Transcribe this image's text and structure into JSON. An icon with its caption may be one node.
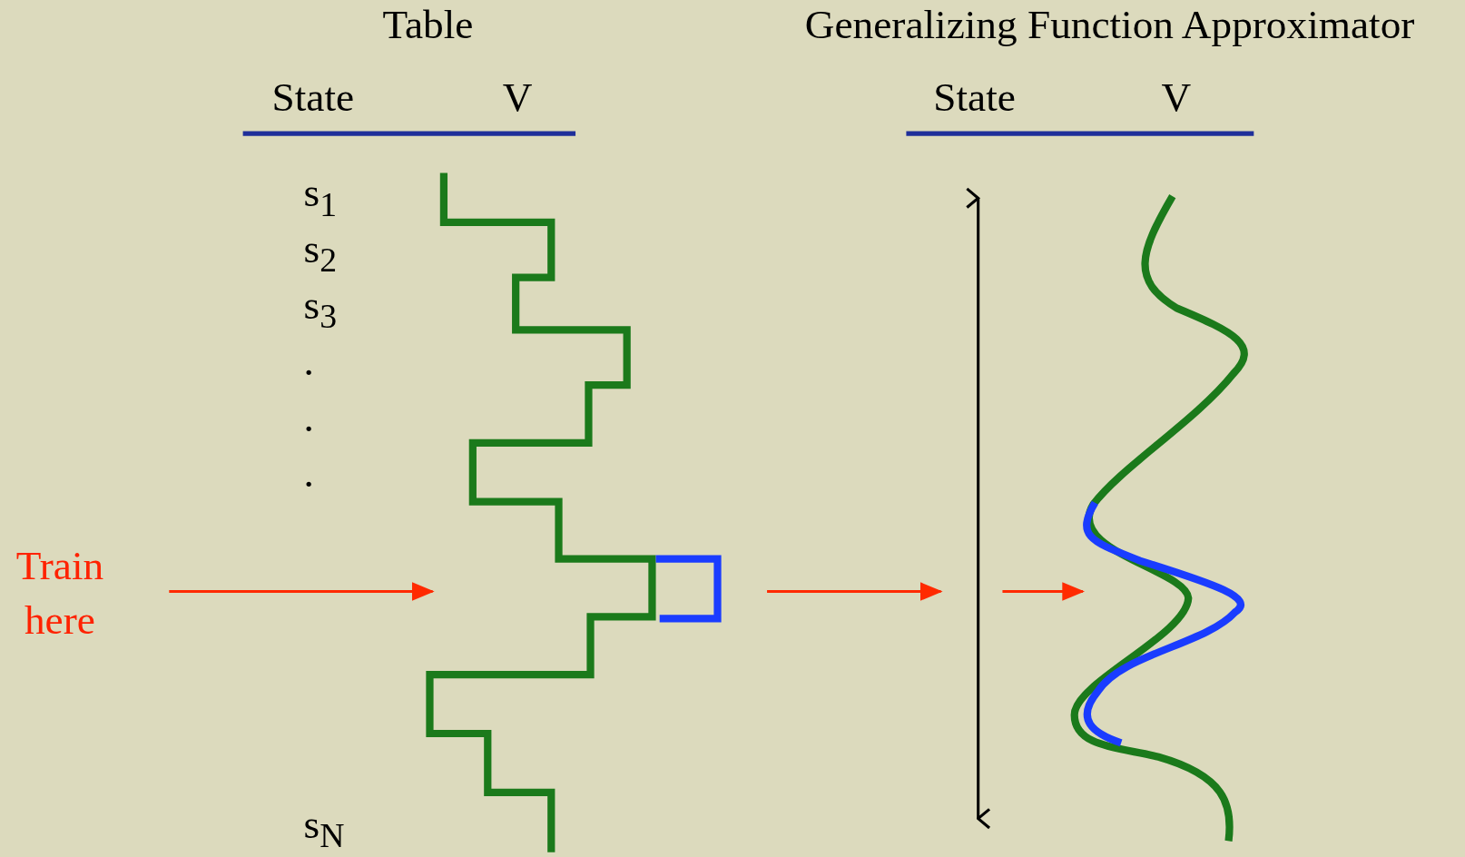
{
  "diagram": {
    "labels": [
      "Table",
      "Generalizing Function Approximator",
      "State",
      "V",
      "State",
      "V",
      "s$_{1}$",
      "s$_{2}$",
      "s$_{3}$",
      ".",
      ".",
      ".",
      "Train here",
      "s$_{N}$"
    ]
  }
}
